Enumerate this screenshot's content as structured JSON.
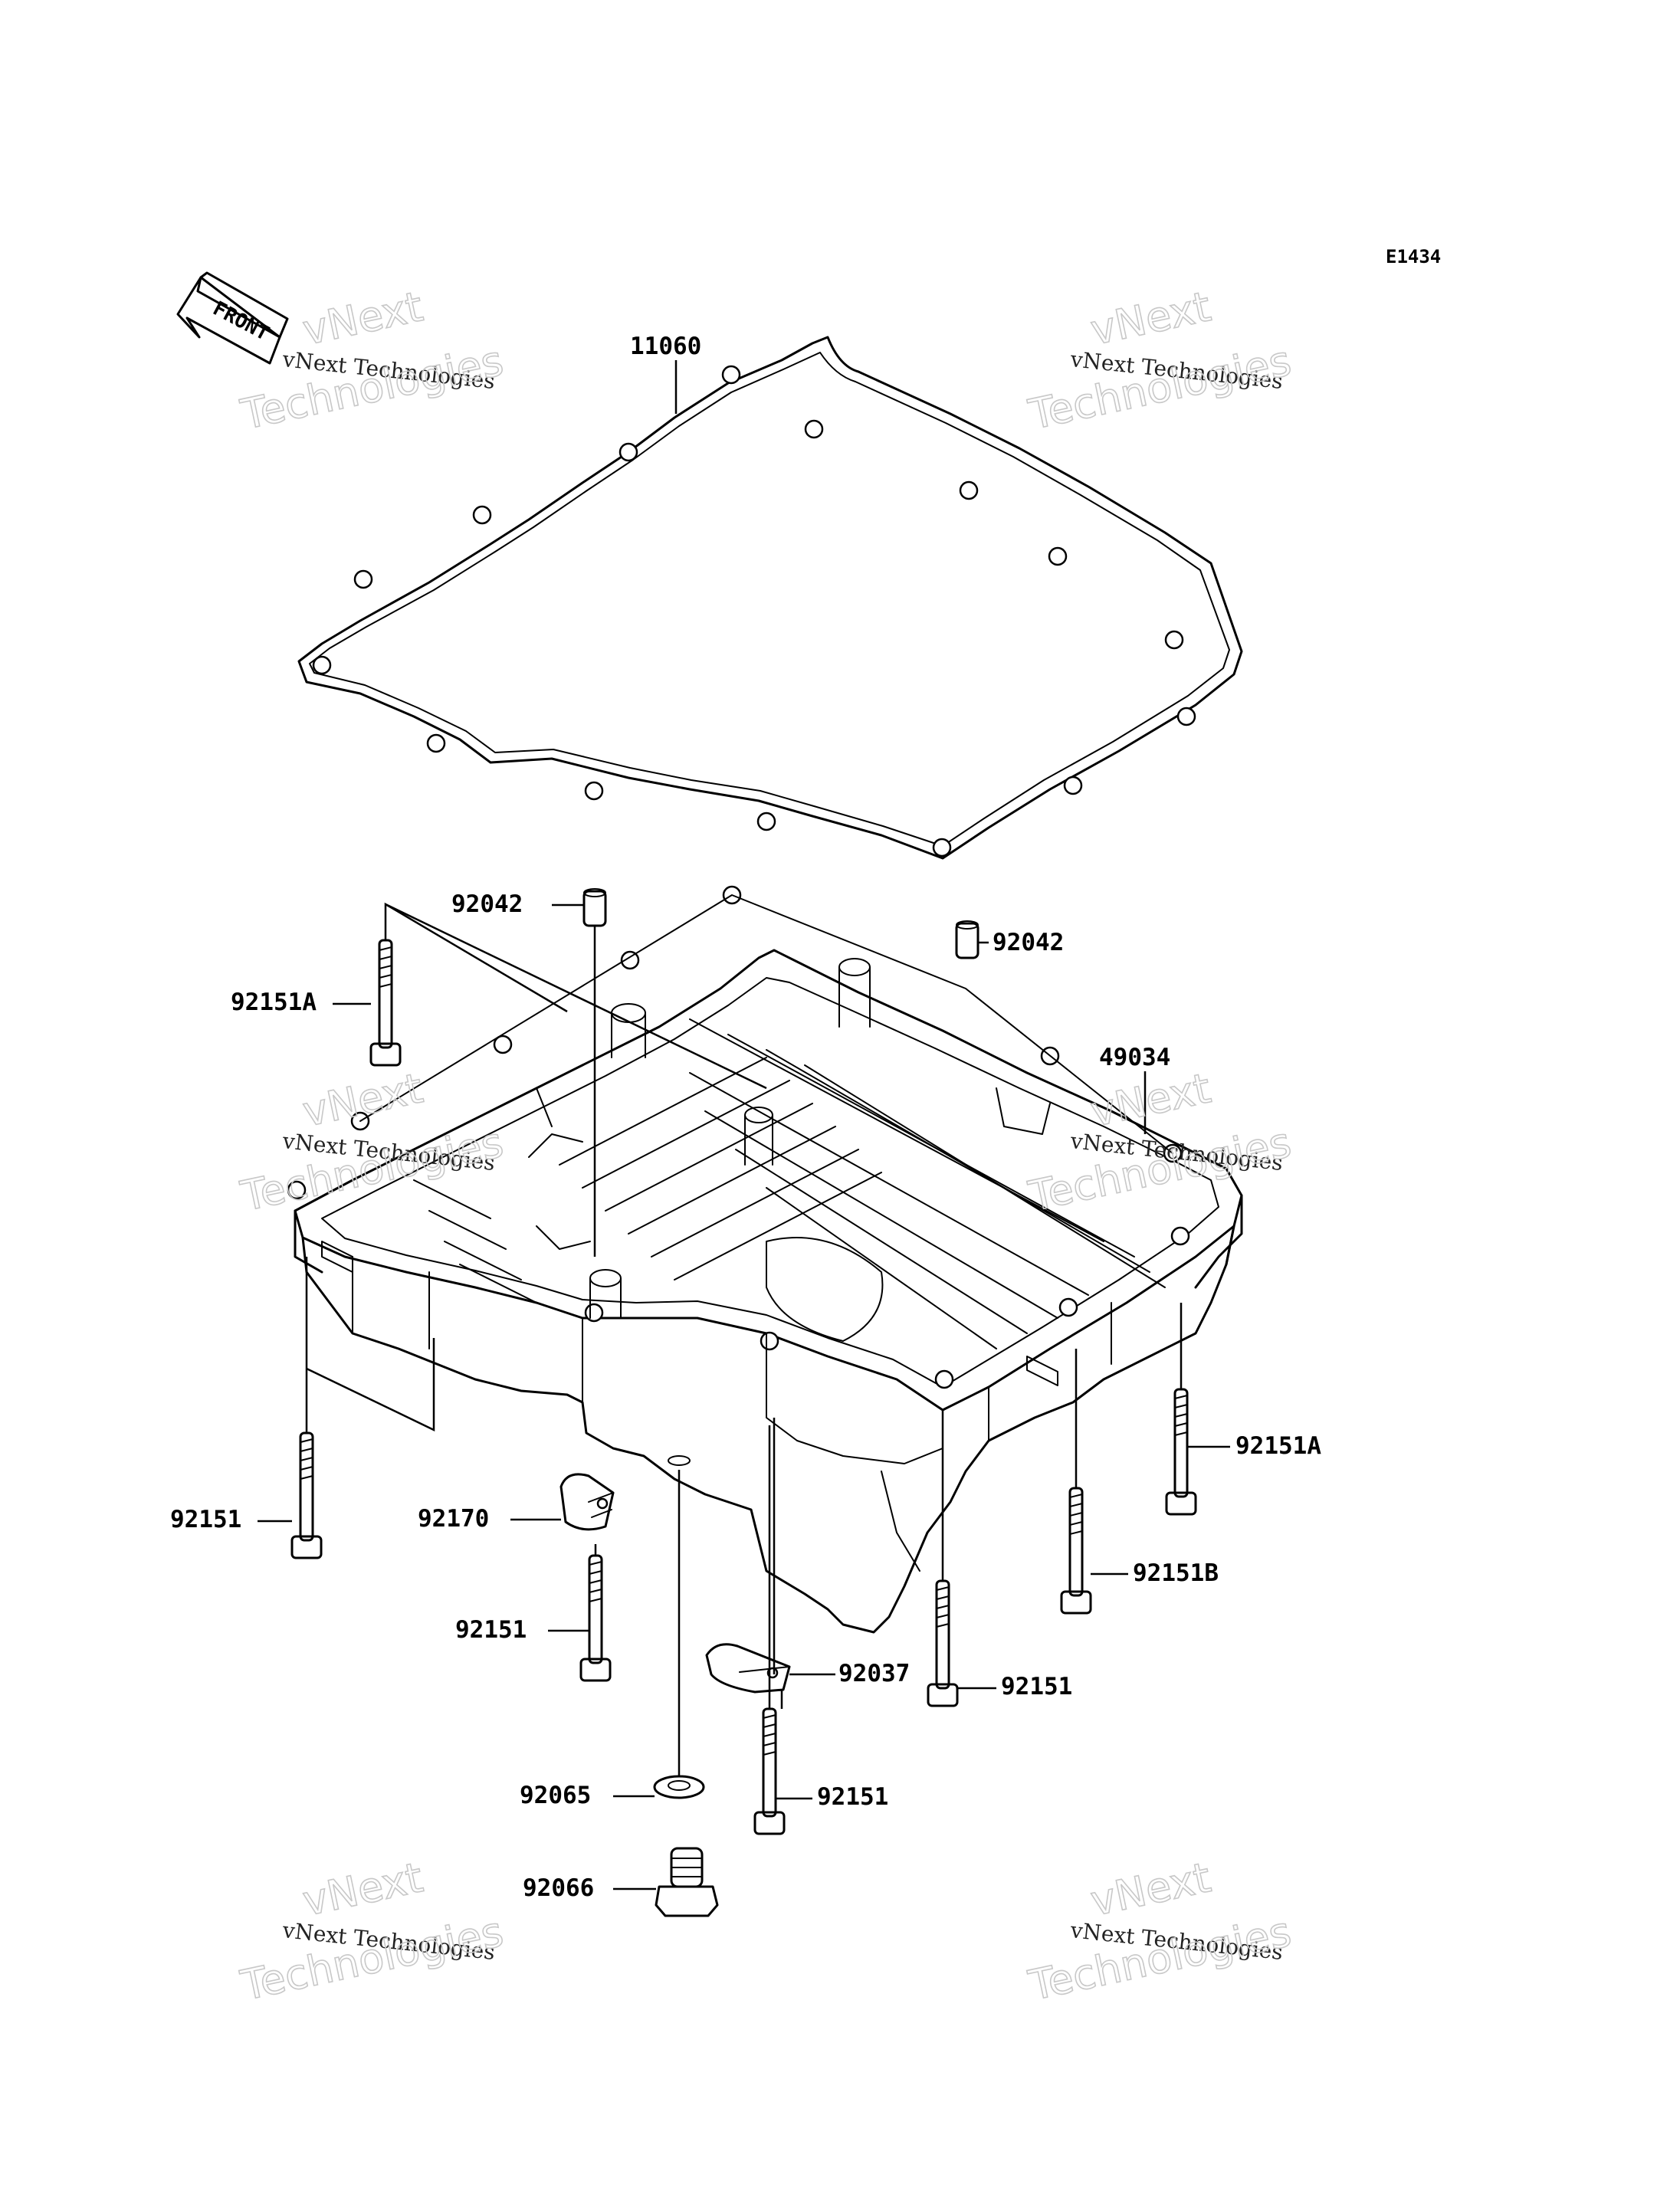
{
  "diagram": {
    "id_label": "E1434",
    "direction_label": "FRONT",
    "parts": [
      {
        "key": "gasket",
        "number": "11060"
      },
      {
        "key": "dowel_left",
        "number": "92042"
      },
      {
        "key": "dowel_right",
        "number": "92042"
      },
      {
        "key": "oil_pan",
        "number": "49034"
      },
      {
        "key": "bolt_top_left",
        "number": "92151A"
      },
      {
        "key": "bolt_right_a",
        "number": "92151A"
      },
      {
        "key": "bolt_left",
        "number": "92151"
      },
      {
        "key": "clamp_left",
        "number": "92170"
      },
      {
        "key": "bolt_center_left",
        "number": "92151"
      },
      {
        "key": "clamp_center",
        "number": "92037"
      },
      {
        "key": "bolt_right_b",
        "number": "92151B"
      },
      {
        "key": "bolt_right",
        "number": "92151"
      },
      {
        "key": "bolt_lower",
        "number": "92151"
      },
      {
        "key": "drain_washer",
        "number": "92065"
      },
      {
        "key": "drain_plug",
        "number": "92066"
      }
    ]
  },
  "watermark": {
    "line1": "vNext Technologies",
    "line2": "vNext",
    "line3": "Technologies"
  }
}
